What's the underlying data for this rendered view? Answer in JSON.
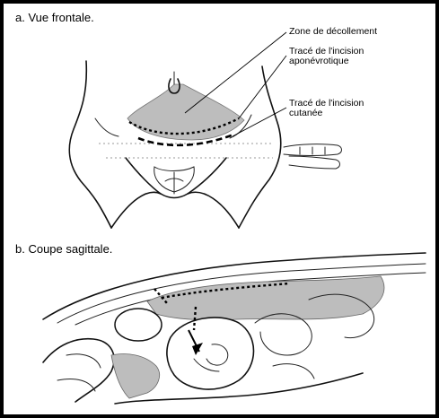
{
  "panel_a": {
    "title": "a. Vue frontale.",
    "labels": {
      "zone": "Zone de décollement",
      "incision_apo_line1": "Tracé de l'incision",
      "incision_apo_line2": "aponévrotique",
      "incision_cut_line1": "Tracé de l'incision",
      "incision_cut_line2": "cutanée"
    }
  },
  "panel_b": {
    "title": "b. Coupe sagittale."
  },
  "colors": {
    "frame": "#000000",
    "shade": "#bdbdbd",
    "ink": "#111111"
  }
}
